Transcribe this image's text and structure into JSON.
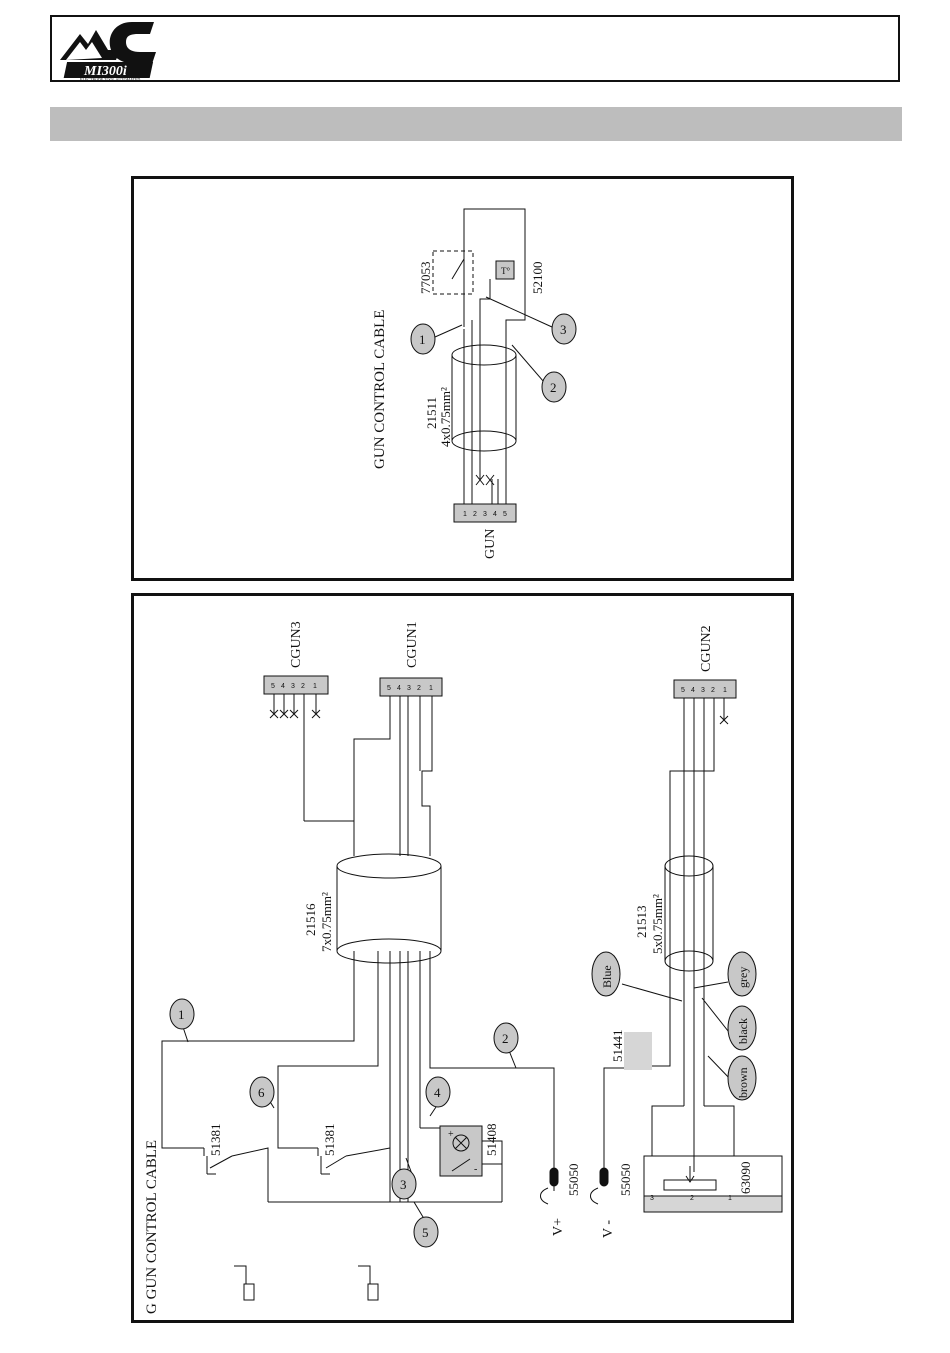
{
  "header": {
    "logo": {
      "brand_text": "MI300i",
      "tagline": "ELECTRODE TOOL AUTOMATED"
    },
    "banner_text": ""
  },
  "top_panel": {
    "title": "GUN CONTROL CABLE",
    "connector_label": "GUN",
    "connector_pins": [
      "1",
      "2",
      "3",
      "4",
      "5"
    ],
    "cable_code": "21511",
    "cable_spec": "4x0.75mm²",
    "switch_code": "77053",
    "sensor_code": "52100",
    "sensor_symbol": "T°",
    "callouts": [
      "1",
      "2",
      "3"
    ]
  },
  "bottom_panel": {
    "title": "G GUN CONTROL CABLE",
    "connectors": [
      {
        "label": "CGUN3",
        "pins": [
          "5",
          "4",
          "3",
          "2",
          "1"
        ]
      },
      {
        "label": "CGUN1",
        "pins": [
          "5",
          "4",
          "3",
          "2",
          "1"
        ]
      },
      {
        "label": "CGUN2",
        "pins": [
          "5",
          "4",
          "3",
          "2",
          "1"
        ]
      }
    ],
    "cable_a_code": "21516",
    "cable_a_spec": "7x0.75mm²",
    "cable_b_code": "21513",
    "cable_b_spec": "5x0.75mm²",
    "switch_a_code": "51381",
    "switch_b_code": "51381",
    "lamp_code": "51408",
    "lamp_plus": "+",
    "lamp_minus": "-",
    "fuse_code": "51441",
    "plug_a_code": "55050",
    "plug_b_code": "55050",
    "plug_a_label": "V+",
    "plug_b_label": "V -",
    "pot_code": "63090",
    "pot_pins": [
      "3",
      "2",
      "1"
    ],
    "wire_colors": [
      "Blue",
      "grey",
      "black",
      "brown"
    ],
    "callouts": [
      "1",
      "2",
      "3",
      "4",
      "5",
      "6"
    ]
  }
}
